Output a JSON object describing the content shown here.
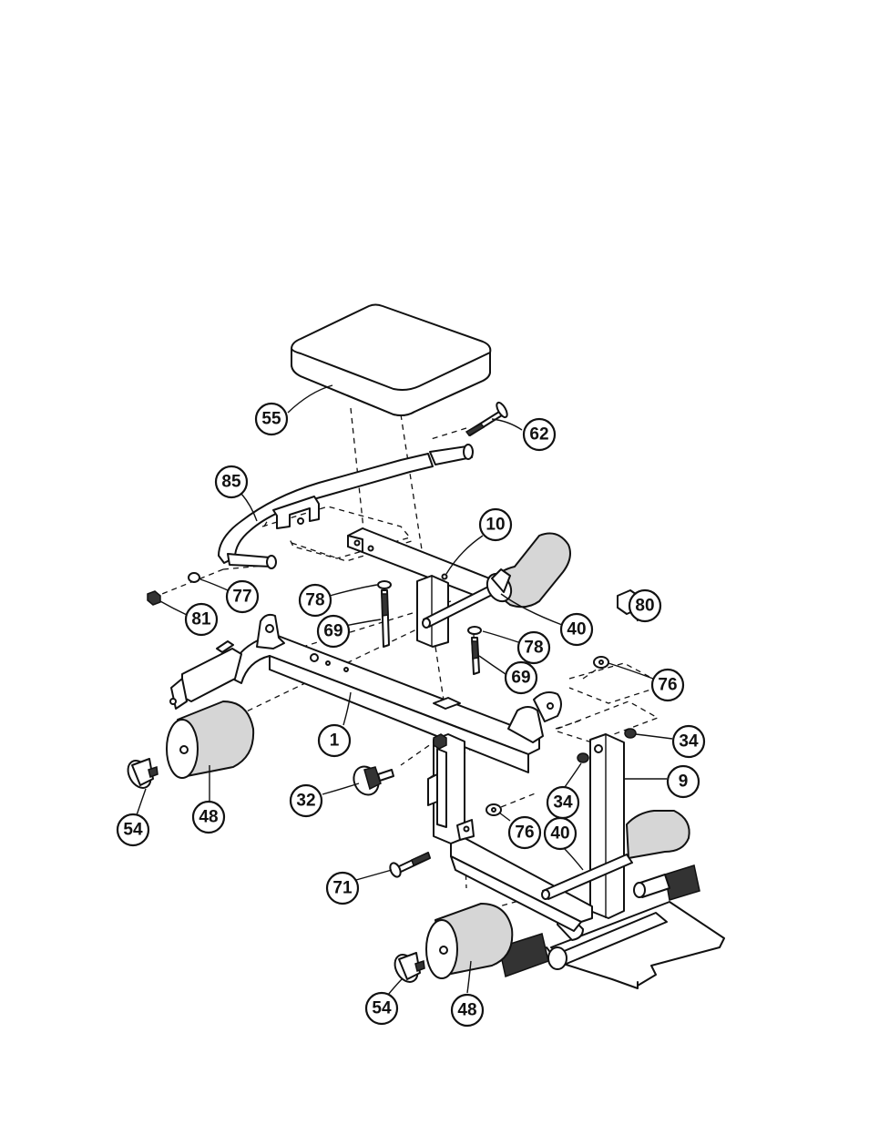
{
  "callouts": [
    {
      "id": "c55",
      "label": "55"
    },
    {
      "id": "c62",
      "label": "62"
    },
    {
      "id": "c85",
      "label": "85"
    },
    {
      "id": "c10",
      "label": "10"
    },
    {
      "id": "c77",
      "label": "77"
    },
    {
      "id": "c81",
      "label": "81"
    },
    {
      "id": "c78a",
      "label": "78"
    },
    {
      "id": "c69a",
      "label": "69"
    },
    {
      "id": "c40a",
      "label": "40"
    },
    {
      "id": "c78b",
      "label": "78"
    },
    {
      "id": "c80",
      "label": "80"
    },
    {
      "id": "c69b",
      "label": "69"
    },
    {
      "id": "c76a",
      "label": "76"
    },
    {
      "id": "c34a",
      "label": "34"
    },
    {
      "id": "c1",
      "label": "1"
    },
    {
      "id": "c9",
      "label": "9"
    },
    {
      "id": "c34b",
      "label": "34"
    },
    {
      "id": "c32",
      "label": "32"
    },
    {
      "id": "c54a",
      "label": "54"
    },
    {
      "id": "c48a",
      "label": "48"
    },
    {
      "id": "c76b",
      "label": "76"
    },
    {
      "id": "c40b",
      "label": "40"
    },
    {
      "id": "c71",
      "label": "71"
    },
    {
      "id": "c54b",
      "label": "54"
    },
    {
      "id": "c48b",
      "label": "48"
    }
  ]
}
